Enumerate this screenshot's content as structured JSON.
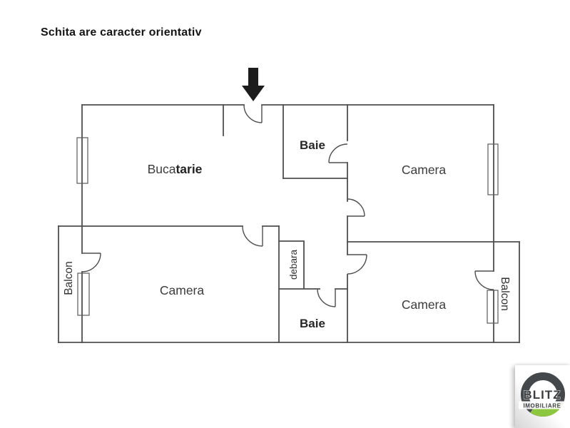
{
  "title": "Schita are caracter orientativ",
  "floor_plan": {
    "rooms": {
      "bucatarie": {
        "label_regular": "Buca",
        "label_bold": "tarie"
      },
      "baie_top": {
        "label": "Baie"
      },
      "camera_top_right": {
        "label": "Camera"
      },
      "camera_left": {
        "label": "Camera"
      },
      "camera_bottom_right": {
        "label": "Camera"
      },
      "debara": {
        "label": "debara"
      },
      "baie_bottom": {
        "label": "Baie"
      },
      "balcon_left": {
        "label": "Balcon"
      },
      "balcon_right": {
        "label": "Balcon"
      }
    }
  },
  "logo": {
    "brand": "BLITZ",
    "subtitle": "IMOBILIARE",
    "ring_dark": "#45484a",
    "ring_green": "#8dc63f",
    "text_color": "#3b3e40"
  },
  "colors": {
    "background": "#ffffff",
    "wall": "#4e4e4e",
    "window": "#5a5a5a",
    "arrow": "#1c1c1c",
    "label_text": "#3c3c3c"
  }
}
